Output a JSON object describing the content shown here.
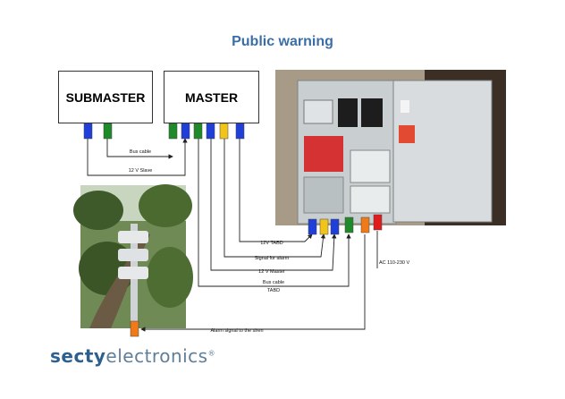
{
  "title": "Public warning",
  "boxes": {
    "submaster": "SUBMASTER",
    "master": "MASTER"
  },
  "labels": {
    "bus_cable": "Bus cable",
    "v12_slave": "12 V Slave",
    "tabd_12v": "12V TABD",
    "signal_alarm": "Signal for alarm",
    "v12_master": "12 V Master",
    "bus_cable_tabd_1": "Bus cable",
    "bus_cable_tabd_2": "TABD",
    "ac": "AC 110-230 V",
    "alarm_siren": "Alarm signal to the siren"
  },
  "logo": {
    "part1": "secty",
    "part2": "electronics",
    "reg": "®"
  },
  "colors": {
    "blue": "#1f3fd8",
    "green": "#1e8a2a",
    "yellow": "#f0c419",
    "orange": "#f07a18",
    "red": "#e21b1b",
    "title": "#3a6ea8"
  }
}
